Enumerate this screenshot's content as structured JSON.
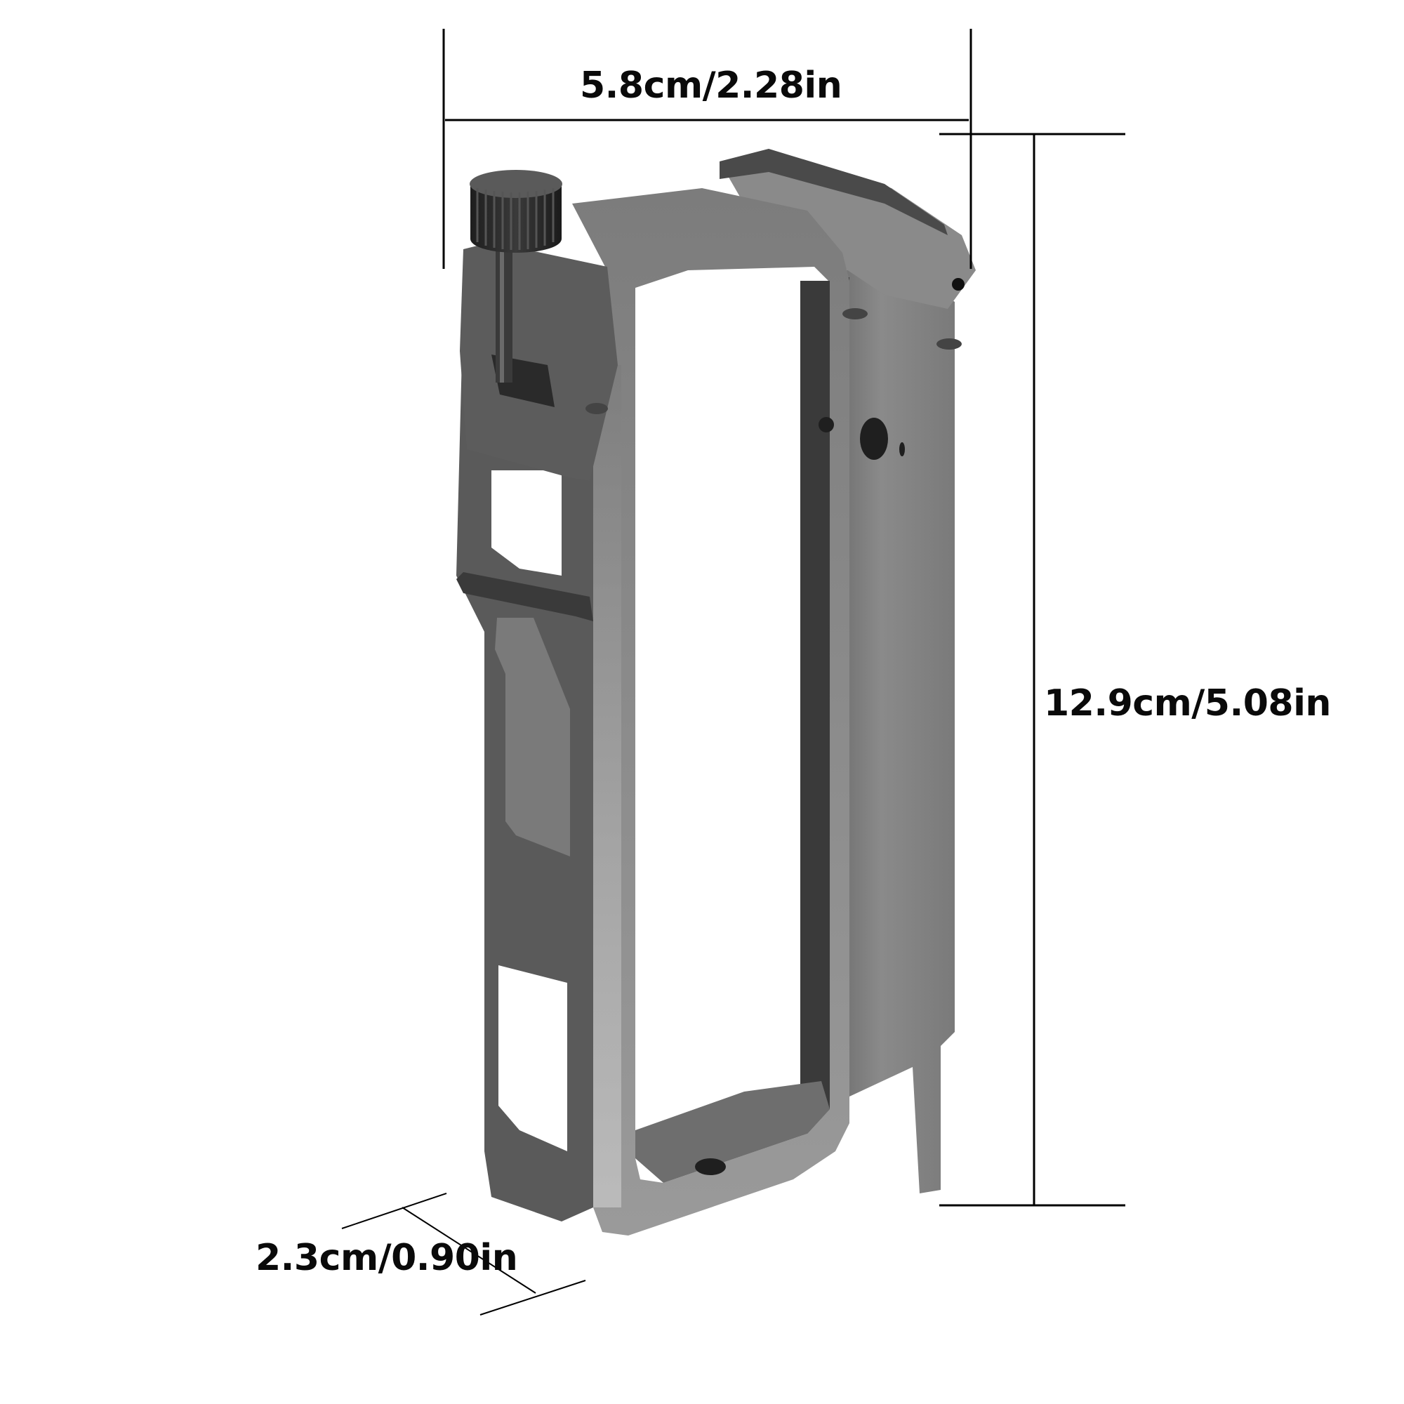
{
  "image": {
    "type": "product dimension diagram",
    "background": "#ffffff",
    "line_color": "#000000",
    "product": {
      "description": "Aluminum camera cage with thumbscrew knob",
      "colors": {
        "body_light": "#8c8c8c",
        "body_mid": "#6b6b6b",
        "body_dark": "#3a3a3a",
        "edge_shadow": "#262626",
        "highlight": "#c8c8c8",
        "knob": "#2a2a2a"
      }
    }
  },
  "dimensions": {
    "width": {
      "label": "5.8cm/2.28in",
      "cm": 5.8,
      "in": 2.28
    },
    "height": {
      "label": "12.9cm/5.08in",
      "cm": 12.9,
      "in": 5.08
    },
    "depth": {
      "label": "2.3cm/0.90in",
      "cm": 2.3,
      "in": 0.9
    }
  }
}
